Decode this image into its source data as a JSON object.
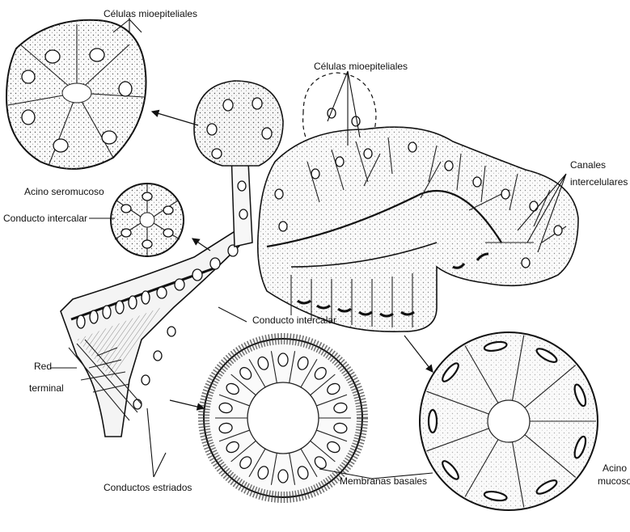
{
  "labels": {
    "mioepiteliales_top": "Células mioepiteliales",
    "mioepiteliales_mid": "Células mioepiteliales",
    "acino_seromucoso": "Acino seromucoso",
    "conducto_intercalar_left": "Conducto intercalar",
    "canales_line1": "Canales",
    "canales_line2": "intercelulares",
    "conducto_intercalar_mid": "Conducto intercalar",
    "red_line1": "Red",
    "red_line2": "terminal",
    "acino_mucoso_line1": "Acino",
    "acino_mucoso_line2": "mucoso",
    "conductos_estriados": "Conductos estriados",
    "membranas_basales": "Membranas basales"
  }
}
